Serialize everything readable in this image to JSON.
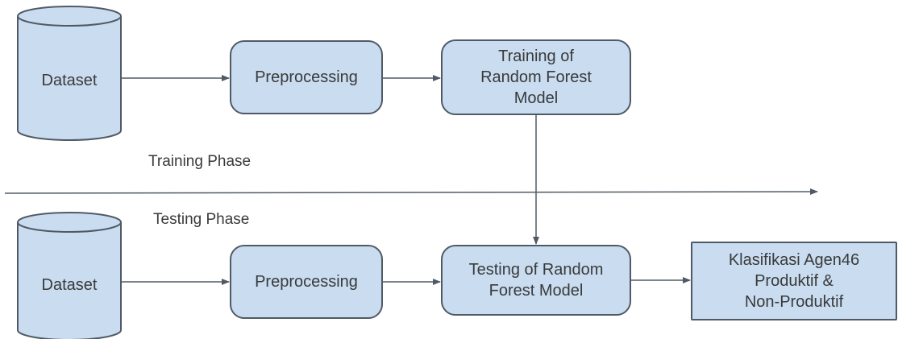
{
  "diagram": {
    "colors": {
      "box_fill": "#c9dcf0",
      "box_stroke": "#505a66",
      "line": "#505a66"
    },
    "training": {
      "dataset_label": "Dataset",
      "preprocessing_label": "Preprocessing",
      "model_label": "Training of\nRandom Forest\nModel",
      "phase_label": "Training Phase"
    },
    "testing": {
      "phase_label": "Testing Phase",
      "dataset_label": "Dataset",
      "preprocessing_label": "Preprocessing",
      "model_label": "Testing of Random\nForest Model",
      "output_label": "Klasifikasi Agen46\nProduktif &\nNon-Produktif"
    }
  }
}
